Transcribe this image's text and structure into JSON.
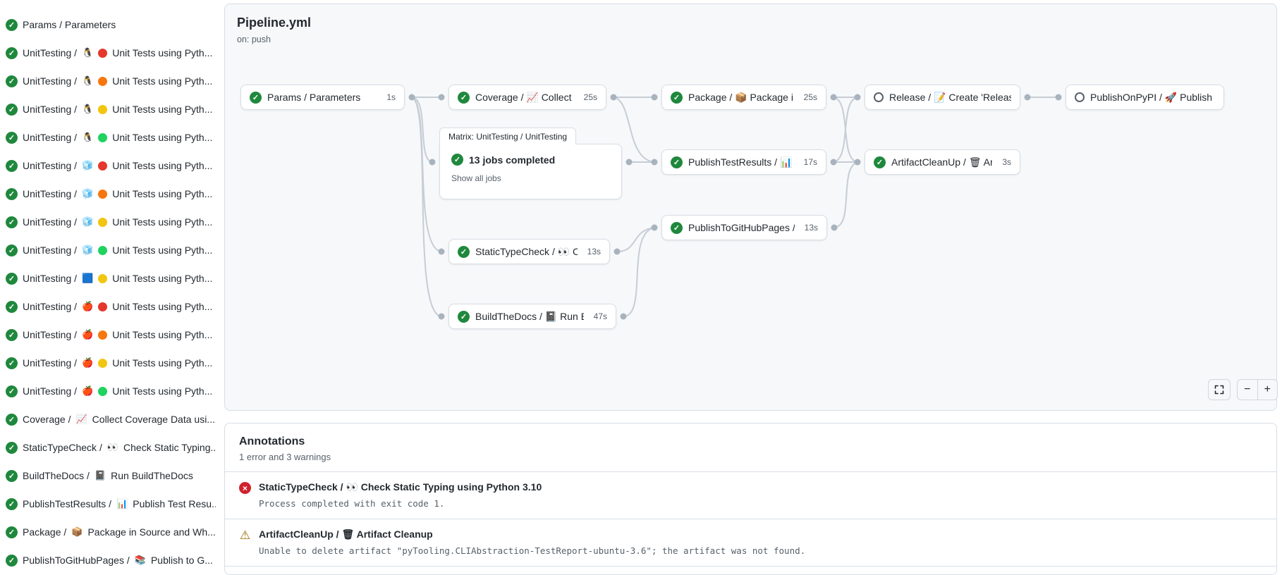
{
  "icons": {
    "check": "✓",
    "cross": "×",
    "warning": "⚠",
    "zoom_out": "−",
    "zoom_in": "+"
  },
  "colors": {
    "success_green": "#1f883d",
    "error_red": "#cf222e",
    "warning_gold": "#9a6700",
    "dot_red": "#e5372b",
    "dot_orange": "#f6770f",
    "dot_yellow": "#f2c511",
    "dot_green": "#1fd35f"
  },
  "sidebar": {
    "items": [
      {
        "pre": "Params / Parameters",
        "icon": "",
        "dot": "",
        "post": ""
      },
      {
        "pre": "UnitTesting /",
        "icon": "🐧",
        "dot": "#e5372b",
        "post": "Unit Tests using Pyth..."
      },
      {
        "pre": "UnitTesting /",
        "icon": "🐧",
        "dot": "#f6770f",
        "post": "Unit Tests using Pyth..."
      },
      {
        "pre": "UnitTesting /",
        "icon": "🐧",
        "dot": "#f2c511",
        "post": "Unit Tests using Pyth..."
      },
      {
        "pre": "UnitTesting /",
        "icon": "🐧",
        "dot": "#1fd35f",
        "post": "Unit Tests using Pyth..."
      },
      {
        "pre": "UnitTesting /",
        "icon": "🧊",
        "dot": "#e5372b",
        "post": "Unit Tests using Pyth..."
      },
      {
        "pre": "UnitTesting /",
        "icon": "🧊",
        "dot": "#f6770f",
        "post": "Unit Tests using Pyth..."
      },
      {
        "pre": "UnitTesting /",
        "icon": "🧊",
        "dot": "#f2c511",
        "post": "Unit Tests using Pyth..."
      },
      {
        "pre": "UnitTesting /",
        "icon": "🧊",
        "dot": "#1fd35f",
        "post": "Unit Tests using Pyth..."
      },
      {
        "pre": "UnitTesting /",
        "icon": "🟦",
        "dot": "#f2c511",
        "post": "Unit Tests using Pyth..."
      },
      {
        "pre": "UnitTesting /",
        "icon": "🍎",
        "dot": "#e5372b",
        "post": "Unit Tests using Pyth..."
      },
      {
        "pre": "UnitTesting /",
        "icon": "🍎",
        "dot": "#f6770f",
        "post": "Unit Tests using Pyth..."
      },
      {
        "pre": "UnitTesting /",
        "icon": "🍎",
        "dot": "#f2c511",
        "post": "Unit Tests using Pyth..."
      },
      {
        "pre": "UnitTesting /",
        "icon": "🍎",
        "dot": "#1fd35f",
        "post": "Unit Tests using Pyth..."
      },
      {
        "pre": "Coverage /",
        "icon": "📈",
        "dot": "",
        "post": "Collect Coverage Data usi..."
      },
      {
        "pre": "StaticTypeCheck /",
        "icon": "👀",
        "dot": "",
        "post": "Check Static Typing..."
      },
      {
        "pre": "BuildTheDocs /",
        "icon": "📓",
        "dot": "",
        "post": "Run BuildTheDocs"
      },
      {
        "pre": "PublishTestResults /",
        "icon": "📊",
        "dot": "",
        "post": "Publish Test Resu..."
      },
      {
        "pre": "Package /",
        "icon": "📦",
        "dot": "",
        "post": "Package in Source and Wh..."
      },
      {
        "pre": "PublishToGitHubPages /",
        "icon": "📚",
        "dot": "",
        "post": "Publish to G..."
      }
    ]
  },
  "graph": {
    "title": "Pipeline.yml",
    "trigger": "on: push",
    "nodes": [
      {
        "label": "Params / Parameters",
        "duration": "1s",
        "status": "success"
      },
      {
        "label": "Coverage / 📈 Collect Cove...",
        "duration": "25s",
        "status": "success"
      },
      {
        "label": "Package / 📦 Package in So...",
        "duration": "25s",
        "status": "success"
      },
      {
        "label": "Release / 📝 Create 'Release P...",
        "duration": "",
        "status": "neutral"
      },
      {
        "label": "PublishOnPyPI / 🚀 Publish to ...",
        "duration": "",
        "status": "neutral"
      },
      {
        "label": "PublishTestResults / 📊 Pu...",
        "duration": "17s",
        "status": "success"
      },
      {
        "label": "ArtifactCleanUp / 🗑 Artifac...",
        "duration": "3s",
        "status": "success"
      },
      {
        "label": "PublishToGitHubPages / 📚 ...",
        "duration": "13s",
        "status": "success"
      },
      {
        "label": "StaticTypeCheck / 👀 Chec...",
        "duration": "13s",
        "status": "success"
      },
      {
        "label": "BuildTheDocs / 📓 Run Buil...",
        "duration": "47s",
        "status": "success"
      }
    ],
    "matrix": {
      "title": "Matrix: UnitTesting / UnitTesting",
      "status": "13 jobs completed",
      "link": "Show all jobs"
    }
  },
  "annotations": {
    "title": "Annotations",
    "summary": "1 error and 3 warnings",
    "items": [
      {
        "type": "error",
        "title": "StaticTypeCheck / 👀 Check Static Typing using Python 3.10",
        "message": "Process completed with exit code 1."
      },
      {
        "type": "warning",
        "title": "ArtifactCleanUp / 🗑 Artifact Cleanup",
        "message": "Unable to delete artifact \"pyTooling.CLIAbstraction-TestReport-ubuntu-3.6\"; the artifact was not found."
      }
    ]
  }
}
